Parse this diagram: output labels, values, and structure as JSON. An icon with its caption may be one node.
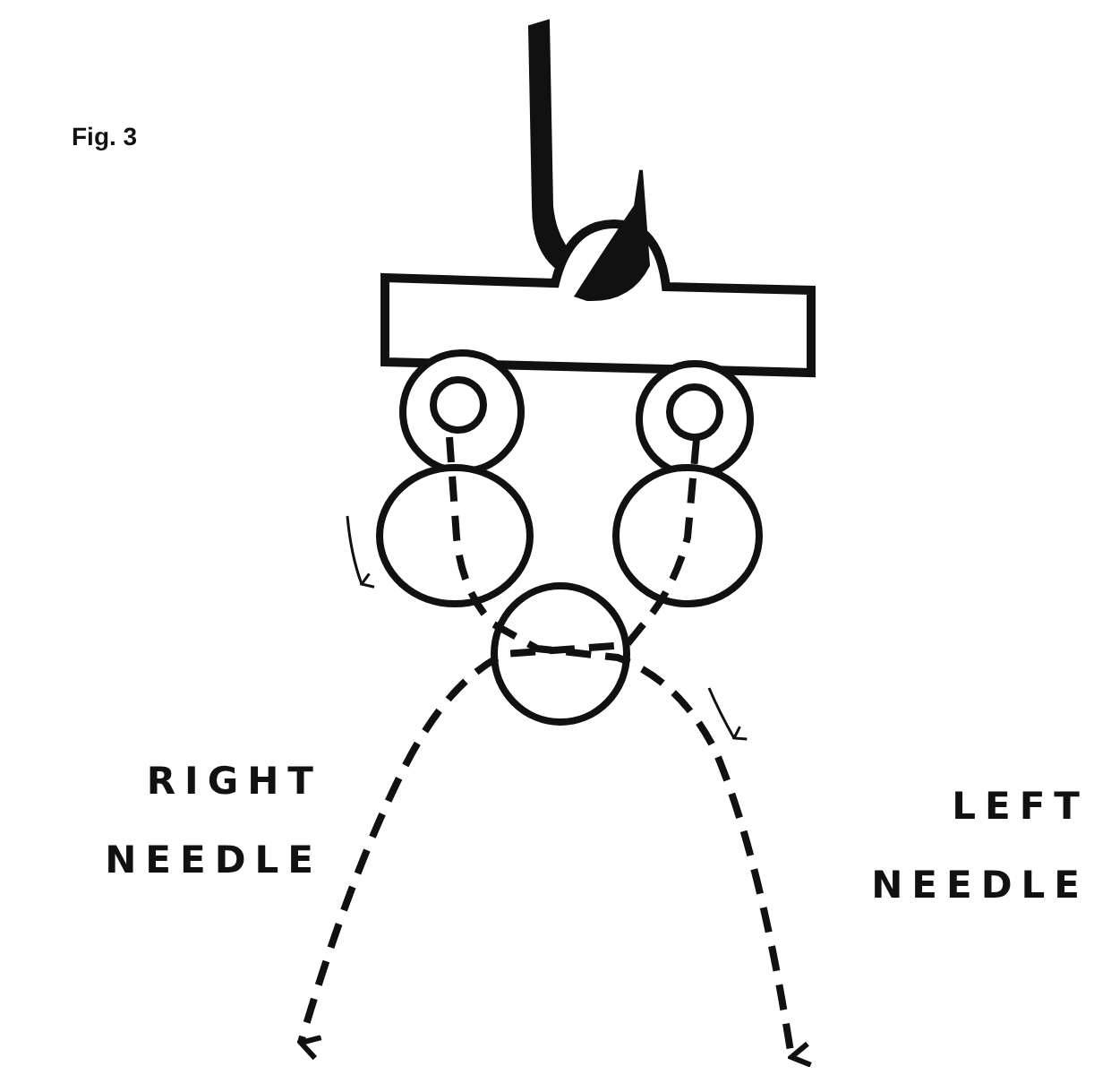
{
  "diagram": {
    "labels": [
      "Fig. 3",
      "RIGHT NEEDLE",
      "LEFT NEEDLE"
    ]
  }
}
